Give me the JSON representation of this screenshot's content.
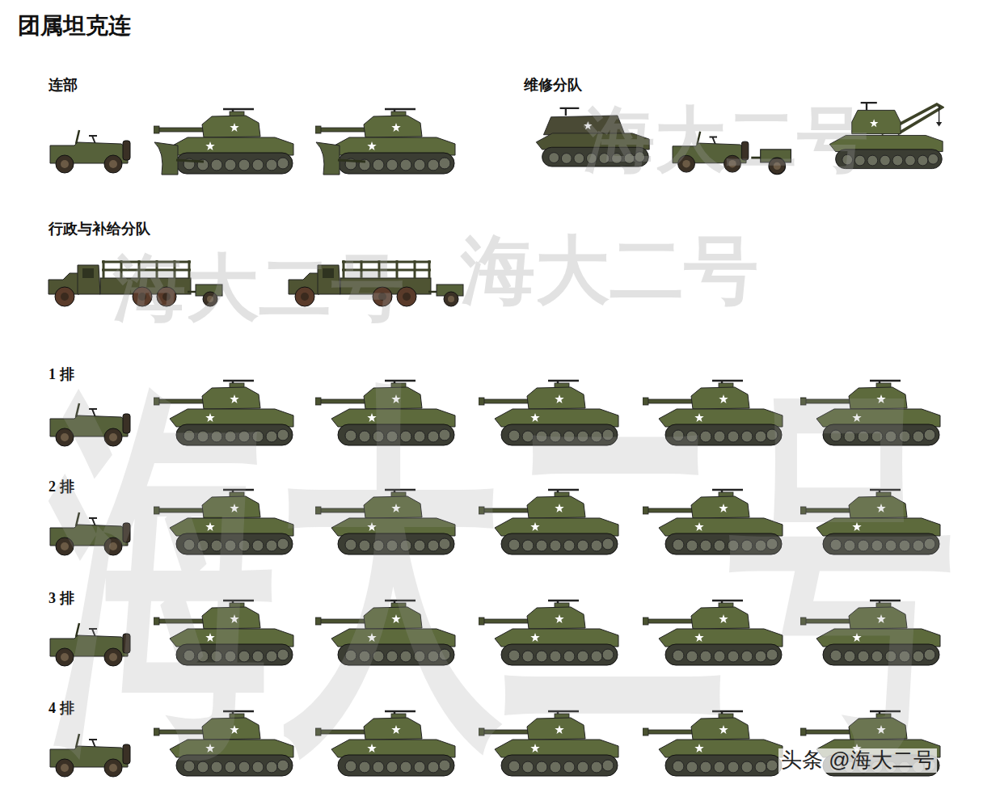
{
  "diagram": {
    "title": "团属坦克连",
    "labels": [
      "连部",
      "维修分队",
      "行政与补给分队",
      "1 排",
      "2 排",
      "3 排",
      "4 排",
      "海大二号",
      "海大二号",
      "海大二号",
      "海大二号",
      "头条 @海大二号"
    ]
  }
}
